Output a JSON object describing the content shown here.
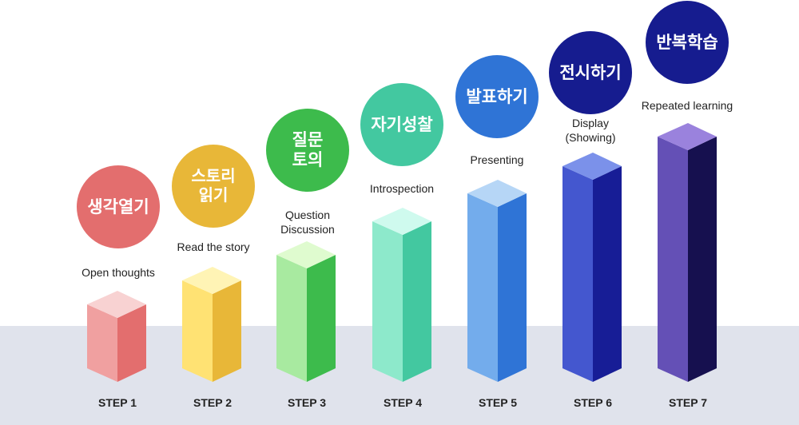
{
  "steps": [
    {
      "step": "STEP 1",
      "title": "생각열기",
      "subtitle": "Open thoughts",
      "circle_color": "#e36e6e",
      "top_color": "#f8d2d2",
      "front_color": "#f0a0a0",
      "side_color": "#e36e6e"
    },
    {
      "step": "STEP 2",
      "title": "스토리\n읽기",
      "subtitle": "Read the story",
      "circle_color": "#e8b738",
      "top_color": "#fff4b5",
      "front_color": "#ffe273",
      "side_color": "#e8b738"
    },
    {
      "step": "STEP 3",
      "title": "질문\n토의",
      "subtitle": "Question\nDiscussion",
      "circle_color": "#3dbb4c",
      "top_color": "#dffbcf",
      "front_color": "#a8eaa0",
      "side_color": "#3dbb4c"
    },
    {
      "step": "STEP 4",
      "title": "자기성찰",
      "subtitle": "Introspection",
      "circle_color": "#43c8a0",
      "top_color": "#cffaee",
      "front_color": "#8de9cb",
      "side_color": "#43c8a0"
    },
    {
      "step": "STEP 5",
      "title": "발표하기",
      "subtitle": "Presenting",
      "circle_color": "#2f74d6",
      "top_color": "#b6d6f6",
      "front_color": "#73acec",
      "side_color": "#2f74d6"
    },
    {
      "step": "STEP 6",
      "title": "전시하기",
      "subtitle": "Display\n(Showing)",
      "circle_color": "#161c8f",
      "top_color": "#7b91ea",
      "front_color": "#4457cf",
      "side_color": "#171d96"
    },
    {
      "step": "STEP 7",
      "title": "반복학습",
      "subtitle": "Repeated learning",
      "circle_color": "#161c8f",
      "top_color": "#9a82dd",
      "front_color": "#6450b6",
      "side_color": "#16104f"
    }
  ]
}
